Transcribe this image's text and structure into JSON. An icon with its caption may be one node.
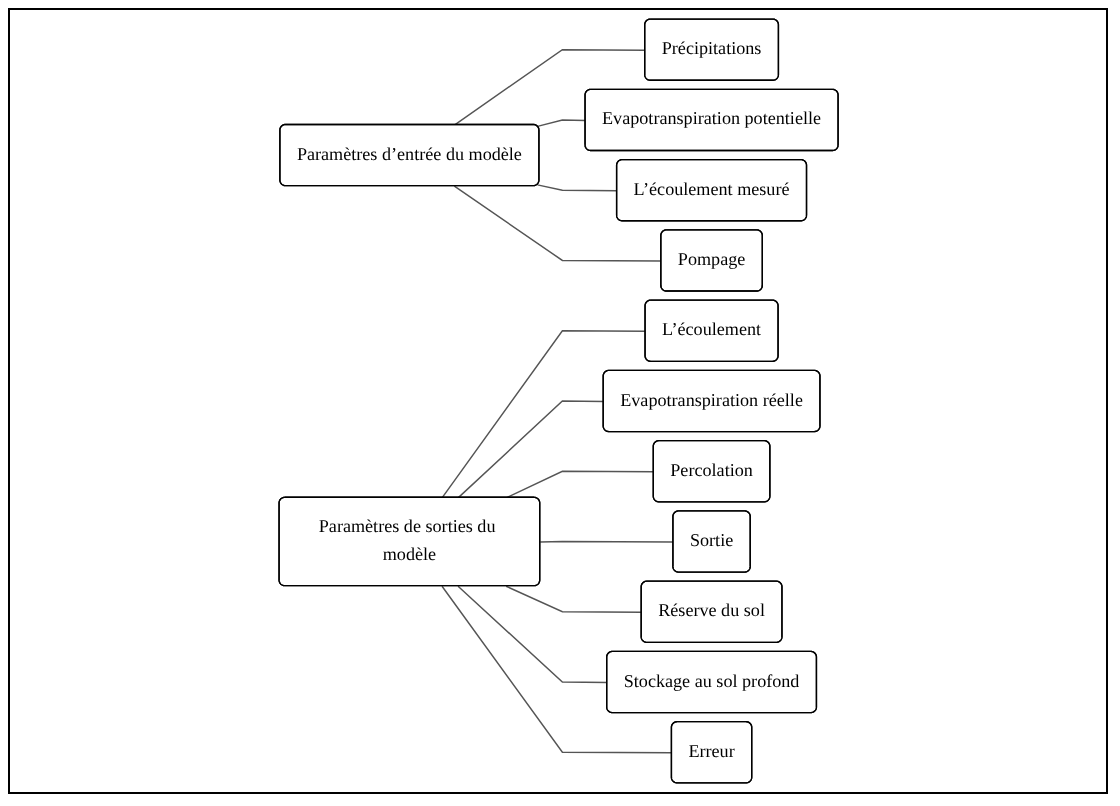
{
  "diagram": {
    "nodes": [
      {
        "text": [
          "Paramètres d’entrée du modèle"
        ]
      },
      {
        "text": [
          "Précipitations"
        ]
      },
      {
        "text": [
          "Evapotranspiration potentielle"
        ]
      },
      {
        "text": [
          "L’écoulement mesuré"
        ]
      },
      {
        "text": [
          "Pompage"
        ]
      },
      {
        "text": [
          "Paramètres de sorties du modèle"
        ]
      },
      {
        "text": [
          "L’écoulement"
        ]
      },
      {
        "text": [
          "Evapotranspiration réelle"
        ]
      },
      {
        "text": [
          "Percolation"
        ]
      },
      {
        "text": [
          "Sortie"
        ]
      },
      {
        "text": [
          "Réserve du sol"
        ]
      },
      {
        "text": [
          "Stockage au sol profond"
        ]
      },
      {
        "text": [
          "Erreur"
        ]
      }
    ],
    "edges": [
      {
        "from": 0,
        "to": 1,
        "arrow": "none"
      },
      {
        "from": 0,
        "to": 2,
        "arrow": "none"
      },
      {
        "from": 0,
        "to": 3,
        "arrow": "none"
      },
      {
        "from": 0,
        "to": 4,
        "arrow": "none"
      },
      {
        "from": 5,
        "to": 6,
        "arrow": "none"
      },
      {
        "from": 5,
        "to": 7,
        "arrow": "none"
      },
      {
        "from": 5,
        "to": 8,
        "arrow": "none"
      },
      {
        "from": 5,
        "to": 9,
        "arrow": "none"
      },
      {
        "from": 5,
        "to": 10,
        "arrow": "none"
      },
      {
        "from": 5,
        "to": 11,
        "arrow": "none"
      },
      {
        "from": 5,
        "to": 12,
        "arrow": "none"
      }
    ]
  }
}
